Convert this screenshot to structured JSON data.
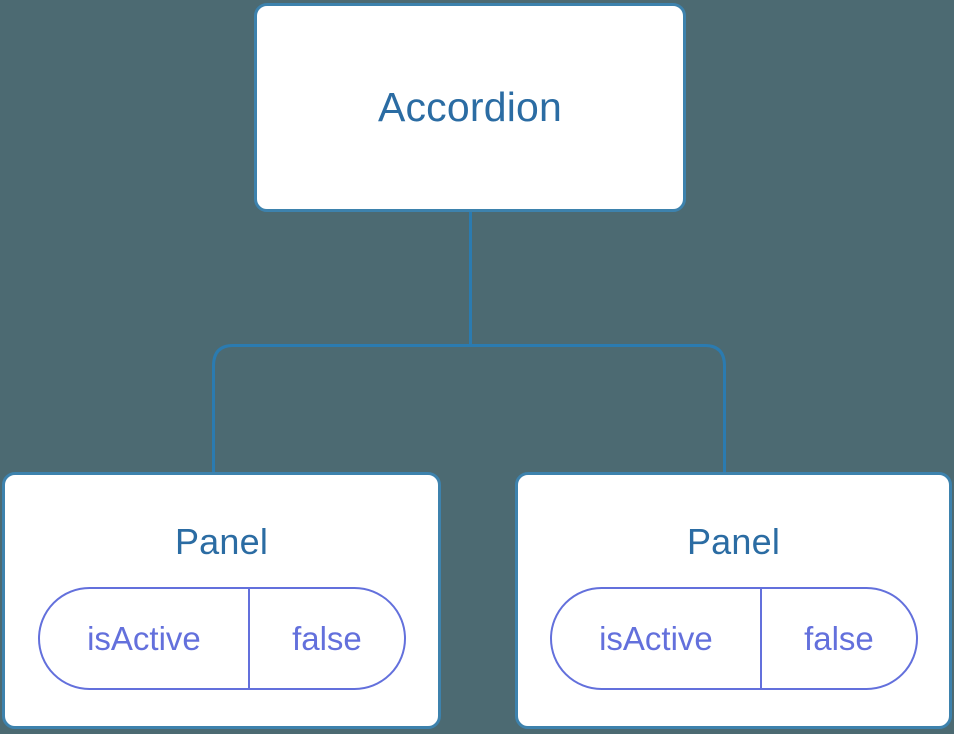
{
  "diagram": {
    "type": "component-tree",
    "background_color": "#4c6a72",
    "node_border_color": "#3d82ad",
    "node_fill_color": "#ffffff",
    "title_color": "#2b6ca3",
    "state_color": "#6370dc",
    "connector_color": "#2b7bb0",
    "root": {
      "label": "Accordion"
    },
    "children": [
      {
        "label": "Panel",
        "state": {
          "key": "isActive",
          "value": "false"
        }
      },
      {
        "label": "Panel",
        "state": {
          "key": "isActive",
          "value": "false"
        }
      }
    ]
  }
}
